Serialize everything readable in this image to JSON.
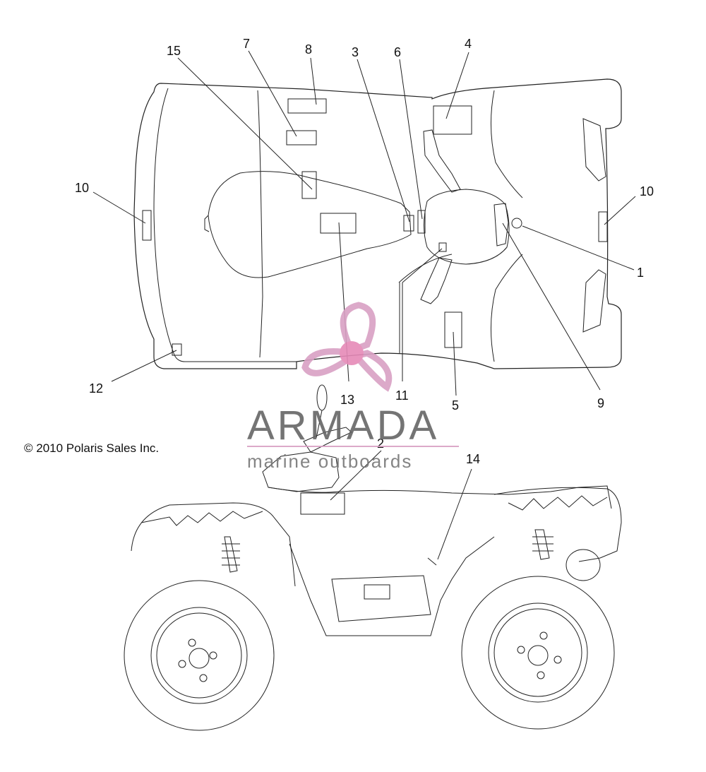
{
  "copyright": "© 2010 Polaris Sales Inc.",
  "watermark": {
    "brand": "ARMADA",
    "tagline": "marine outboards",
    "accent_color": "#d9a0c4",
    "hub_color": "#e68ab8"
  },
  "callouts": {
    "c1": "1",
    "c2": "2",
    "c3": "3",
    "c4": "4",
    "c5": "5",
    "c6": "6",
    "c7": "7",
    "c8": "8",
    "c9": "9",
    "c10_left": "10",
    "c10_right": "10",
    "c11": "11",
    "c12": "12",
    "c13": "13",
    "c14": "14",
    "c15": "15"
  }
}
